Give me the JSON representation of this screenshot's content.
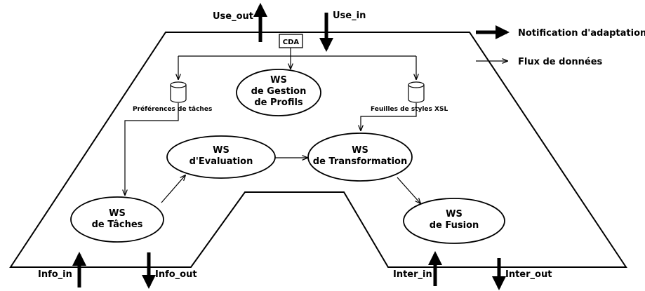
{
  "legend": {
    "adaptation": "Notification d'adaptation",
    "data_flow": "Flux de données"
  },
  "ports": {
    "use_out": "Use_out",
    "use_in": "Use_in",
    "info_in": "Info_in",
    "info_out": "Info_out",
    "inter_in": "Inter_in",
    "inter_out": "Inter_out"
  },
  "cda": "CDA",
  "stores": {
    "preferences": "Préférences de tâches",
    "styles": "Feuilles de styles XSL"
  },
  "nodes": {
    "profils": [
      "WS",
      "de Gestion",
      "de Profils"
    ],
    "evaluation": [
      "WS",
      "d'Evaluation"
    ],
    "transformation": [
      "WS",
      "de Transformation"
    ],
    "taches": [
      "WS",
      "de Tâches"
    ],
    "fusion": [
      "WS",
      "de Fusion"
    ]
  }
}
